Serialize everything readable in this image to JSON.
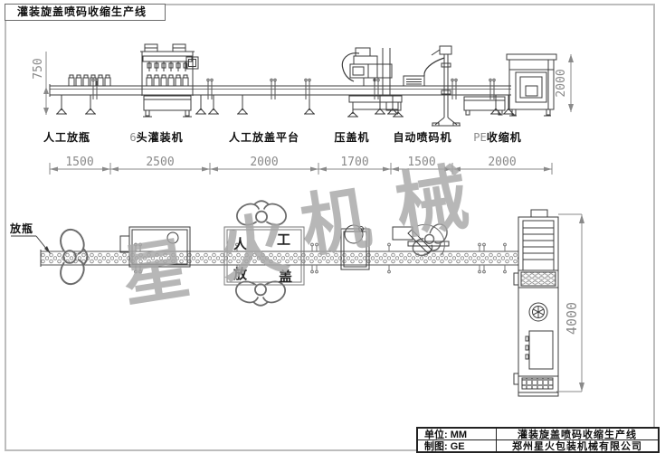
{
  "drawing_title": "灌装旋盖喷码收缩生产线",
  "elevation": {
    "machines": [
      {
        "latin": "",
        "label": "人工放瓶"
      },
      {
        "latin": "6",
        "label": "头灌装机"
      },
      {
        "latin": "",
        "label": "人工放盖平台"
      },
      {
        "latin": "",
        "label": "压盖机"
      },
      {
        "latin": "",
        "label": "自动喷码机"
      },
      {
        "latin": "PE",
        "label": "收缩机"
      }
    ],
    "height_dim": "750",
    "right_height_dim": "2000"
  },
  "dimension_chain": [
    "1500",
    "2500",
    "2000",
    "1700",
    "1500",
    "2000"
  ],
  "plan": {
    "bottle_label": "放瓶",
    "cap_box_chars": [
      "人",
      "工",
      "放",
      "盖"
    ],
    "length_dim": "4000"
  },
  "watermark": {
    "chars": [
      "星",
      "火",
      "机",
      "械"
    ],
    "color": "#a8a8a8"
  },
  "title_block": {
    "unit": "单位: MM",
    "drafter": "制图: GE",
    "product": "灌装旋盖喷码收缩生产线",
    "company": "郑州星火包装机械有限公司"
  },
  "colors": {
    "line": "#3c3c3c",
    "dim": "#8a8a8a",
    "frame": "#bdbdbd"
  }
}
